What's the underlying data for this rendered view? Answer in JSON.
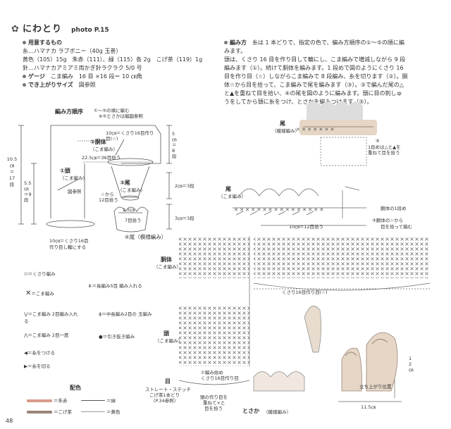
{
  "page": {
    "title": "にわとり",
    "photo_ref": "photo P.15",
    "page_number": "48"
  },
  "materials": {
    "heading": "用意するもの",
    "yarn_line": "糸…ハマナカ ラブボニー（40g 玉巻）",
    "colors_line": "黄色（105）15g　朱赤（111）、緑（115）各 2g　こげ茶（119）1g",
    "needle_line": "針…ハマナカアミアミ両かぎ針ラクラク 5/0 号",
    "gauge_heading": "ゲージ",
    "gauge_text": "こま編み　16 目 ×16 段＝ 10 ㎝角",
    "size_heading": "でき上がりサイズ",
    "size_text": "図参照"
  },
  "instructions": {
    "heading": "編み方",
    "lines": [
      "糸は 1 本どりで、指定の色で、編み方順序の①〜⑤の順に編",
      "みます。",
      "頭は、くさり 16 目を作り目して輪にし、こま編みで増減しながら 9 段",
      "編みます（①）。続けて胴体を編みます。1 段めで図のようにくさり 16",
      "目を作り目（☆）しながらこま編みで 8 段編み、糸を切ります（②）。胴",
      "体☆から目を拾って、こま編みで尾を編みます（③）。③で編んだ尾の△",
      "と▲を重ねて目を拾い、④の尾を図のように編みます。頭に目の刺しゅ",
      "うをしてから頭に糸をつけ、とさかを編みつけます（⑤）。"
    ]
  },
  "order_diagram": {
    "title": "編み方順序",
    "note1": "①〜⑤の順に編む",
    "note2": "※⑤とさかは編図参照",
    "dim_total_height_1": "10.5",
    "dim_total_height_2": "㎝",
    "dim_total_height_3": "＝",
    "dim_total_height_4": "17",
    "dim_total_height_5": "段",
    "dim_head_height": "5.5㎝＝9段",
    "dim_body_height": "5㎝＝8段",
    "dim_width": "22.5㎝＝36目拾う",
    "label_chain16": "10㎝＝くさり16目作り目(☆)",
    "label_body_num": "②胴体",
    "label_body_sub": "（こま編み）",
    "label_head_num": "①頭",
    "label_head_sub": "（こま編み）",
    "label_ref": "図参照",
    "label_tail3_num": "③尾",
    "label_tail3_sub": "（こま編み）",
    "label_star_from": "☆から",
    "label_star_pick": "12目拾う",
    "label_2cm": "2㎝＝3段",
    "label_25cm": "2.5㎝",
    "label_7pick": "7目拾う",
    "label_3cm": "3㎝＝3段",
    "label_tail4": "④尾（模様編み）",
    "label_base1": "10㎝＝くさり16目",
    "label_base2": "作り目し輪にする"
  },
  "tail_chart": {
    "label_tail_top": "尾",
    "label_tail_top_sub": "（模様編み）",
    "label_note4a": "④",
    "label_note4b": "1段めは△と▲を",
    "label_note4c": "重ねて目を拾う",
    "label_tail_mid": "尾",
    "label_tail_mid_sub": "（こま編み）",
    "label_10cm": "10㎝＝12目拾う",
    "label_body_row1": "胴体の1段め",
    "label_note3a": "③胴体の☆から",
    "label_note3b": "目を拾って編む"
  },
  "main_chart": {
    "label_body": "胴体",
    "label_body_sub": "（こま編み）",
    "label_chain": "くさり16目作り目(☆)",
    "label_head": "頭",
    "label_head_sub": "（こま編み）",
    "label_start1": "①編み始め",
    "label_start2": "くさり16目作り目",
    "label_eye": "目",
    "label_eye1": "ストレート・ステッチ",
    "label_eye2": "こげ茶1本どり",
    "label_eye3": "（P.34参照）",
    "label_comb1": "頭の作り目を",
    "label_comb2": "重ねて×と",
    "label_comb3": "目を拾う",
    "label_comb_name": "とさか",
    "label_comb_sub": "（模様編み）",
    "label_stand": "立ち上がり位置",
    "label_12cm": "12㎝",
    "label_115cm": "11.5㎝"
  },
  "legend": {
    "chain": "＝くさり編み",
    "sc": "＝こま編み",
    "sc2inc": "＝こま編み 2目編み入れる",
    "sc2dec": "＝こま編み 2目一度",
    "join": "＝糸をつける",
    "cut": "＝糸を切る",
    "dc5": "＝長編み5目 編み入れる",
    "hdc2": "＝中長編み2目の 玉編み",
    "slip": "＝引き抜き編み"
  },
  "colors_key": {
    "heading": "配色",
    "red": "＝朱赤",
    "brown": "＝こげ茶",
    "green": "＝緑",
    "yellow": "＝黄色",
    "c_red": "#d99a8a",
    "c_brown": "#9b8577",
    "c_green": "#8a8a8a",
    "c_yellow": "#cfcfcf"
  }
}
